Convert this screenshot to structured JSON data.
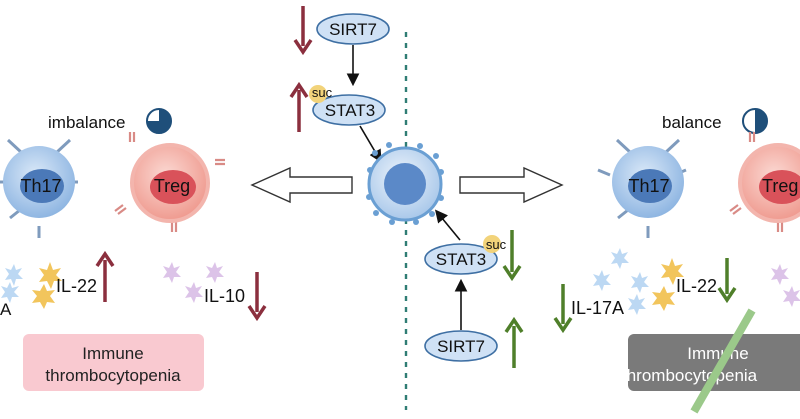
{
  "colors": {
    "protein_fill": "#cfe1f5",
    "protein_stroke": "#3e6fa3",
    "suc_fill": "#f2d37a",
    "up_red": "#8b2f3e",
    "down_red": "#8b2f3e",
    "green_arrow": "#4f7f2a",
    "dashed_divider": "#2f7d74",
    "th17_fill": "#9ec3ea",
    "treg_fill": "#f2a49a",
    "immune_box_pink": "#f9c9d0",
    "immune_box_gray": "#7a7a7a",
    "strike_green": "#9bc98a"
  },
  "icons": [
    "balance-pie-icon",
    "imbalance-pie-icon",
    "hollow-arrow-left-icon",
    "hollow-arrow-right-icon",
    "cytokine-star-icon"
  ],
  "left": {
    "status_label": "imbalance",
    "th17_label": "Th17",
    "treg_label": "Treg",
    "il22_label": "IL-22",
    "il17a_partial_label": "A",
    "il10_label": "IL-10",
    "immune_box_line1": "Immune",
    "immune_box_line2": "thrombocytopenia"
  },
  "center": {
    "top_sirt7_label": "SIRT7",
    "top_stat3_label": "STAT3",
    "top_suc_label": "suc",
    "bottom_stat3_label": "STAT3",
    "bottom_suc_label": "suc",
    "bottom_sirt7_label": "SIRT7"
  },
  "right": {
    "status_label": "balance",
    "th17_label": "Th17",
    "treg_label": "Treg",
    "il22_label": "IL-22",
    "il17a_label": "IL-17A",
    "immune_box_line1": "Immune",
    "immune_box_line2": "thrombocytopenia"
  }
}
